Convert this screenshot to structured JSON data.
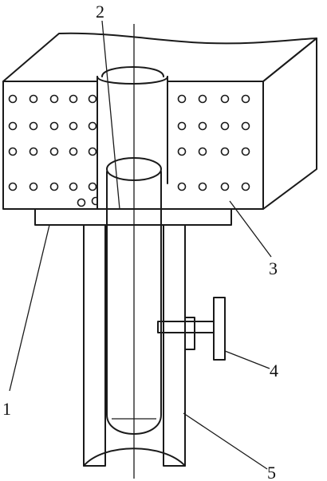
{
  "labels": {
    "l1": "1",
    "l2": "2",
    "l3": "3",
    "l4": "4",
    "l5": "5"
  }
}
